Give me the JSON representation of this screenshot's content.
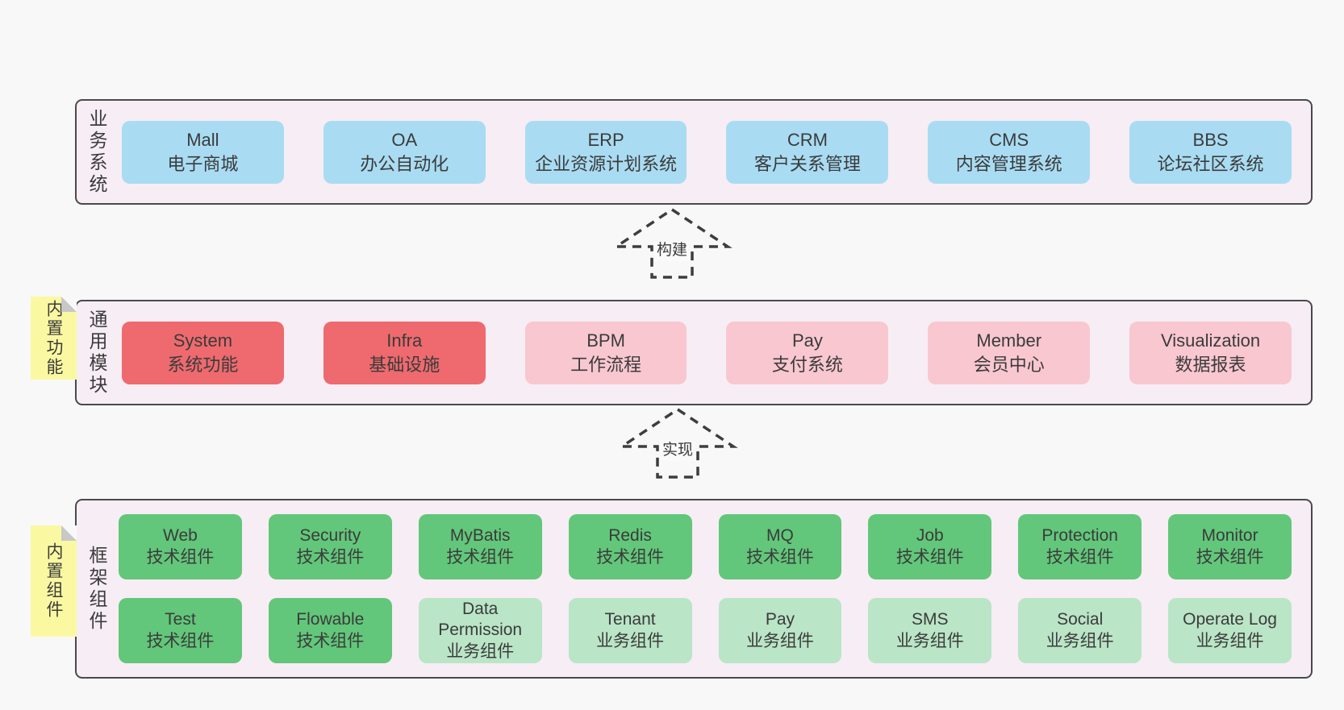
{
  "colors": {
    "page_bg": "#f8f8f8",
    "layer_bg": "#f7edf5",
    "layer_border": "#4a4a4a",
    "box_blue": "#a9dcf2",
    "box_red": "#ee6a6e",
    "box_pink": "#f9c7d0",
    "box_green": "#62c77a",
    "box_green_light": "#bae5c7",
    "note_yellow": "#fbf8a2",
    "text": "#3b3b3b"
  },
  "arrows": [
    {
      "label": "构建"
    },
    {
      "label": "实现"
    }
  ],
  "layers": [
    {
      "label": "业务系统",
      "items": [
        {
          "name": "Mall",
          "desc": "电子商城"
        },
        {
          "name": "OA",
          "desc": "办公自动化"
        },
        {
          "name": "ERP",
          "desc": "企业资源计划系统"
        },
        {
          "name": "CRM",
          "desc": "客户关系管理"
        },
        {
          "name": "CMS",
          "desc": "内容管理系统"
        },
        {
          "name": "BBS",
          "desc": "论坛社区系统"
        }
      ]
    },
    {
      "label": "通用模块",
      "note": "内置功能",
      "items": [
        {
          "name": "System",
          "desc": "系统功能"
        },
        {
          "name": "Infra",
          "desc": "基础设施"
        },
        {
          "name": "BPM",
          "desc": "工作流程"
        },
        {
          "name": "Pay",
          "desc": "支付系统"
        },
        {
          "name": "Member",
          "desc": "会员中心"
        },
        {
          "name": "Visualization",
          "desc": "数据报表"
        }
      ]
    },
    {
      "label": "框架组件",
      "note": "内置组件",
      "items": [
        {
          "name": "Web",
          "desc": "技术组件"
        },
        {
          "name": "Security",
          "desc": "技术组件"
        },
        {
          "name": "MyBatis",
          "desc": "技术组件"
        },
        {
          "name": "Redis",
          "desc": "技术组件"
        },
        {
          "name": "MQ",
          "desc": "技术组件"
        },
        {
          "name": "Job",
          "desc": "技术组件"
        },
        {
          "name": "Protection",
          "desc": "技术组件"
        },
        {
          "name": "Monitor",
          "desc": "技术组件"
        },
        {
          "name": "Test",
          "desc": "技术组件"
        },
        {
          "name": "Flowable",
          "desc": "技术组件"
        },
        {
          "name": "Data Permission",
          "desc": "业务组件"
        },
        {
          "name": "Tenant",
          "desc": "业务组件"
        },
        {
          "name": "Pay",
          "desc": "业务组件"
        },
        {
          "name": "SMS",
          "desc": "业务组件"
        },
        {
          "name": "Social",
          "desc": "业务组件"
        },
        {
          "name": "Operate Log",
          "desc": "业务组件"
        }
      ]
    }
  ]
}
